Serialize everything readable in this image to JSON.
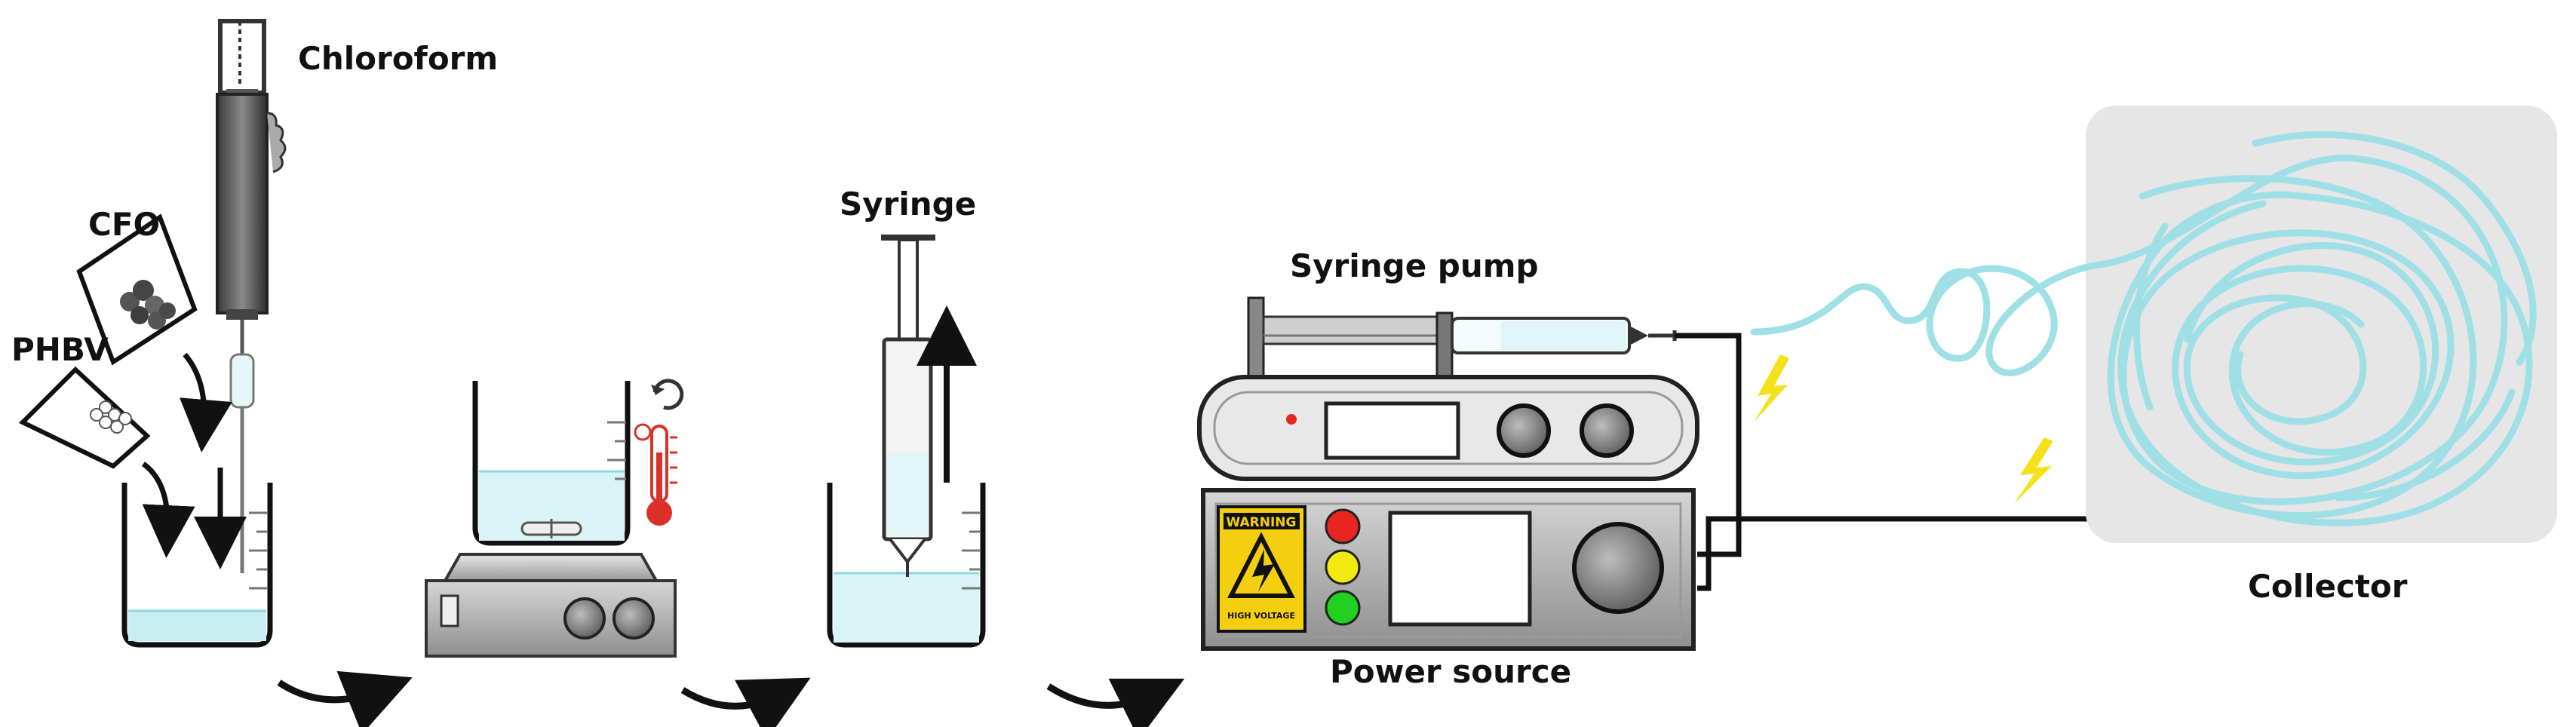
{
  "labels": {
    "chloroform": "Chloroform",
    "cfo": "CFO",
    "phbv": "PHBV",
    "syringe": "Syringe",
    "syringe_pump": "Syringe pump",
    "power_source": "Power source",
    "collector": "Collector",
    "warning": "WARNING",
    "high_voltage": "HIGH VOLTAGE"
  },
  "colors": {
    "solution": "#c8eef2",
    "fiber": "#9fe0e6",
    "spark": "#f5e11a",
    "warning_bg": "#f4cf10",
    "led_red": "#e8251f",
    "led_yellow": "#f3ea12",
    "led_green": "#22d020",
    "thermo_red": "#d9302a"
  }
}
